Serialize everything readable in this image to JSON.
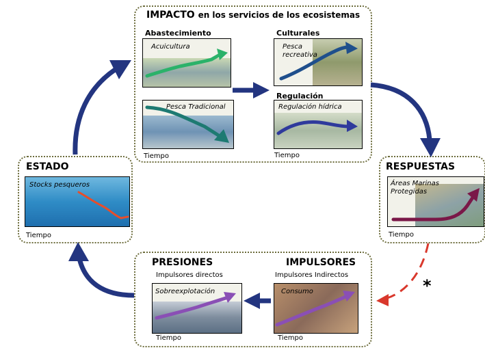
{
  "impacto": {
    "title_bold": "IMPACTO",
    "title_rest": "en los servicios de los ecosistemas",
    "abastecimiento": "Abastecimiento",
    "culturales": "Culturales",
    "regulacion": "Regulación",
    "acuicultura": "Acuicultura",
    "pesca_tradicional": "Pesca Tradicional",
    "pesca_recreativa_1": "Pesca",
    "pesca_recreativa_2": "recreativa",
    "regulacion_hidrica": "Regulación hídrica",
    "tiempo_left": "Tiempo",
    "tiempo_right": "Tiempo"
  },
  "estado": {
    "title": "ESTADO",
    "stocks": "Stocks pesqueros",
    "tiempo": "Tiempo"
  },
  "respuestas": {
    "title": "RESPUESTAS",
    "areas_1": "Áreas Marinas",
    "areas_2": "Protegidas",
    "tiempo": "Tiempo"
  },
  "presiones": {
    "title": "PRESIONES",
    "directos": "Impulsores directos",
    "sobreexplotacion": "Sobreexplotación",
    "tiempo": "Tiempo"
  },
  "impulsores": {
    "title": "IMPULSORES",
    "indirectos": "Impulsores Indirectos",
    "consumo": "Consumo",
    "tiempo": "Tiempo"
  },
  "asterisk": "*",
  "colors": {
    "cycle_arrow": "#233580",
    "feedback_arrow": "#d9382c",
    "acuicultura": "#2bb26a",
    "pesca_tradicional": "#1d7a72",
    "pesca_recreativa": "#1f4f8c",
    "regulacion_hidrica": "#2f3a9c",
    "stocks": "#e84d2a",
    "areas_marinas": "#7a1848",
    "sobreexplotacion": "#8a4fb5",
    "consumo": "#8a4fb5"
  }
}
